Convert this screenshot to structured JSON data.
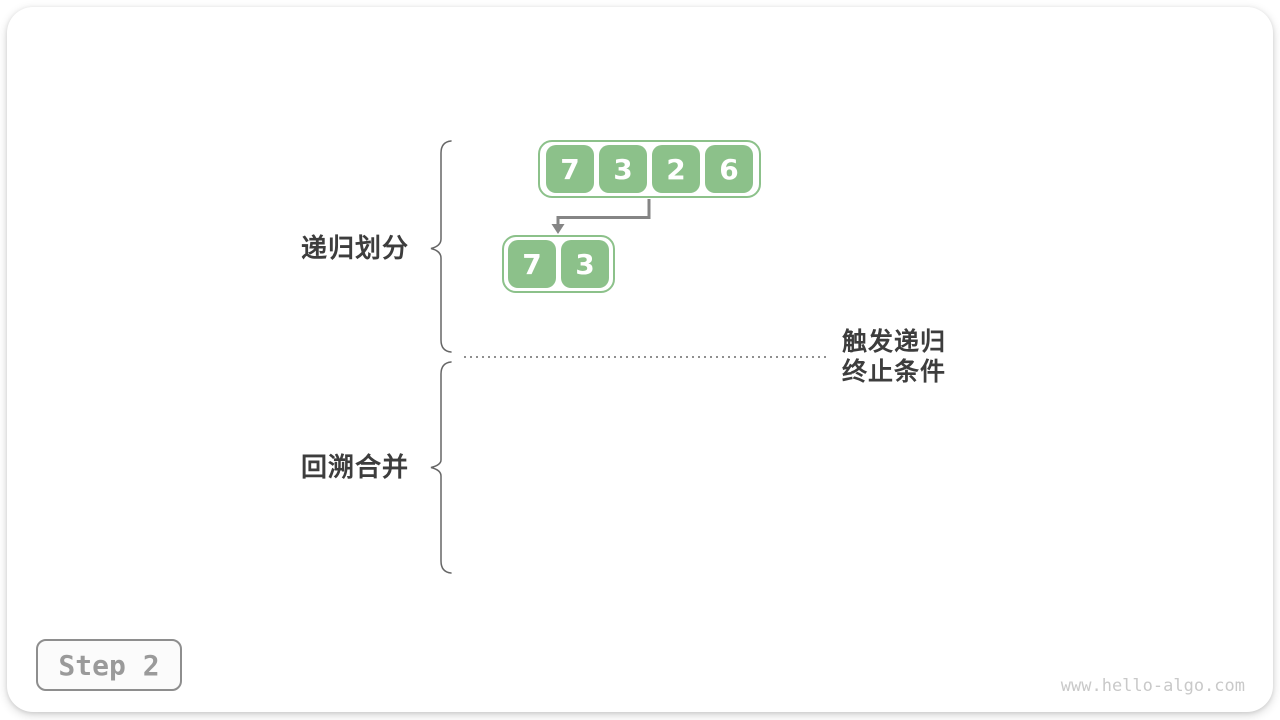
{
  "step_badge": {
    "label": "Step 2"
  },
  "watermark": {
    "text": "www.hello-algo.com"
  },
  "phase_labels": {
    "divide": "递归划分",
    "merge": "回溯合并"
  },
  "termination_note": {
    "line1": "触发递归",
    "line2": "终止条件"
  },
  "diagram": {
    "top_array": [
      "7",
      "3",
      "2",
      "6"
    ],
    "sub_array": [
      "7",
      "3"
    ]
  },
  "colors": {
    "cell_green": "#8cc18a",
    "arrow_gray": "#858585",
    "brace_gray": "#666666",
    "dotted_gray": "#8f8f8f",
    "label_dark": "#3d3d3d",
    "badge_gray": "#9a9a9a",
    "watermark_gray": "#c9c9c9"
  }
}
